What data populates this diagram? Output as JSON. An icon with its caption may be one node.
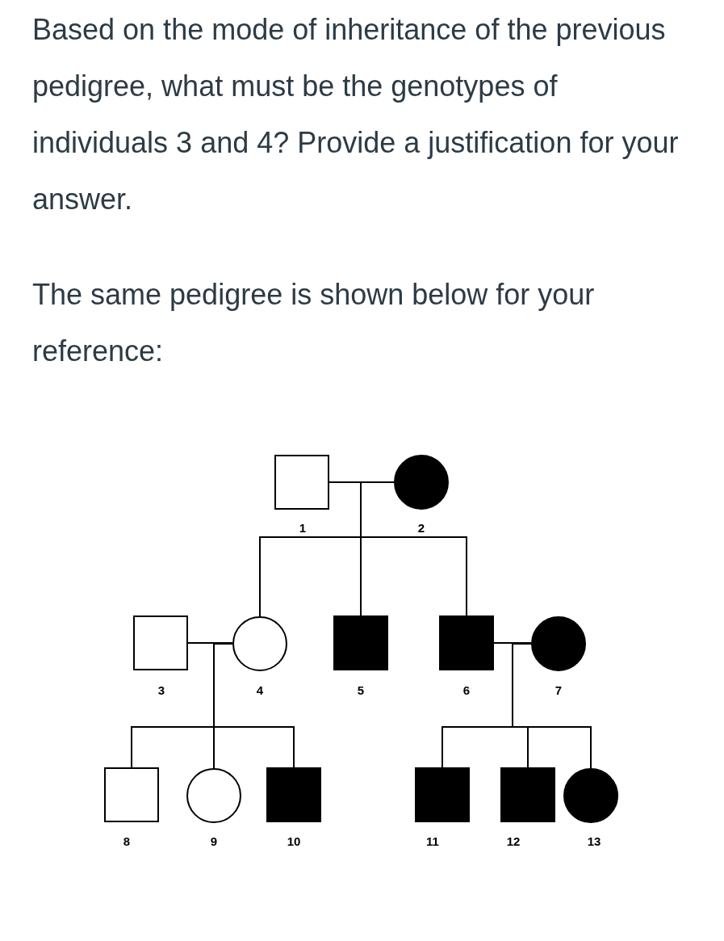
{
  "diagram": {
    "nodes": [
      {
        "text": [],
        "shape": "box",
        "beside": [
          "1"
        ]
      },
      {
        "text": [],
        "shape": "circle",
        "beside": [
          "2"
        ]
      },
      {
        "text": [],
        "shape": "box",
        "beside": [
          "3"
        ]
      },
      {
        "text": [],
        "shape": "circle",
        "beside": [
          "4"
        ]
      },
      {
        "text": [],
        "shape": "box",
        "beside": [
          "5"
        ]
      },
      {
        "text": [],
        "shape": "box",
        "beside": [
          "6"
        ]
      },
      {
        "text": [],
        "shape": "circle",
        "beside": [
          "7"
        ]
      },
      {
        "text": [],
        "shape": "box",
        "beside": [
          "8"
        ]
      },
      {
        "text": [],
        "shape": "circle",
        "beside": [
          "9"
        ]
      },
      {
        "text": [],
        "shape": "box",
        "beside": [
          "10"
        ]
      },
      {
        "text": [],
        "shape": "box",
        "beside": [
          "11"
        ]
      },
      {
        "text": [],
        "shape": "box",
        "beside": [
          "12"
        ]
      },
      {
        "text": [],
        "shape": "circle",
        "beside": [
          "13"
        ]
      }
    ],
    "edges": [
      {
        "from": 0,
        "to": 1,
        "arrow": "none"
      },
      {
        "from": 0,
        "to": 3,
        "arrow": "none"
      },
      {
        "from": 1,
        "to": 3,
        "arrow": "none"
      },
      {
        "from": 0,
        "to": 4,
        "arrow": "none"
      },
      {
        "from": 1,
        "to": 4,
        "arrow": "none"
      },
      {
        "from": 0,
        "to": 5,
        "arrow": "none"
      },
      {
        "from": 1,
        "to": 5,
        "arrow": "none"
      },
      {
        "from": 2,
        "to": 3,
        "arrow": "none"
      },
      {
        "from": 2,
        "to": 7,
        "arrow": "none"
      },
      {
        "from": 3,
        "to": 7,
        "arrow": "none"
      },
      {
        "from": 2,
        "to": 8,
        "arrow": "none"
      },
      {
        "from": 3,
        "to": 8,
        "arrow": "none"
      },
      {
        "from": 2,
        "to": 9,
        "arrow": "none"
      },
      {
        "from": 3,
        "to": 9,
        "arrow": "none"
      },
      {
        "from": 5,
        "to": 6,
        "arrow": "none"
      },
      {
        "from": 5,
        "to": 10,
        "arrow": "none"
      },
      {
        "from": 6,
        "to": 10,
        "arrow": "none"
      },
      {
        "from": 5,
        "to": 11,
        "arrow": "none"
      },
      {
        "from": 6,
        "to": 11,
        "arrow": "none"
      },
      {
        "from": 5,
        "to": 12,
        "arrow": "none"
      },
      {
        "from": 6,
        "to": 12,
        "arrow": "none"
      }
    ],
    "labels": [
      "Based on the mode of inheritance of the previous pedigree, what must be the genotypes of individuals 3 and 4? Provide a justification for your answer.",
      "The same pedigree is shown below for your reference:"
    ]
  }
}
